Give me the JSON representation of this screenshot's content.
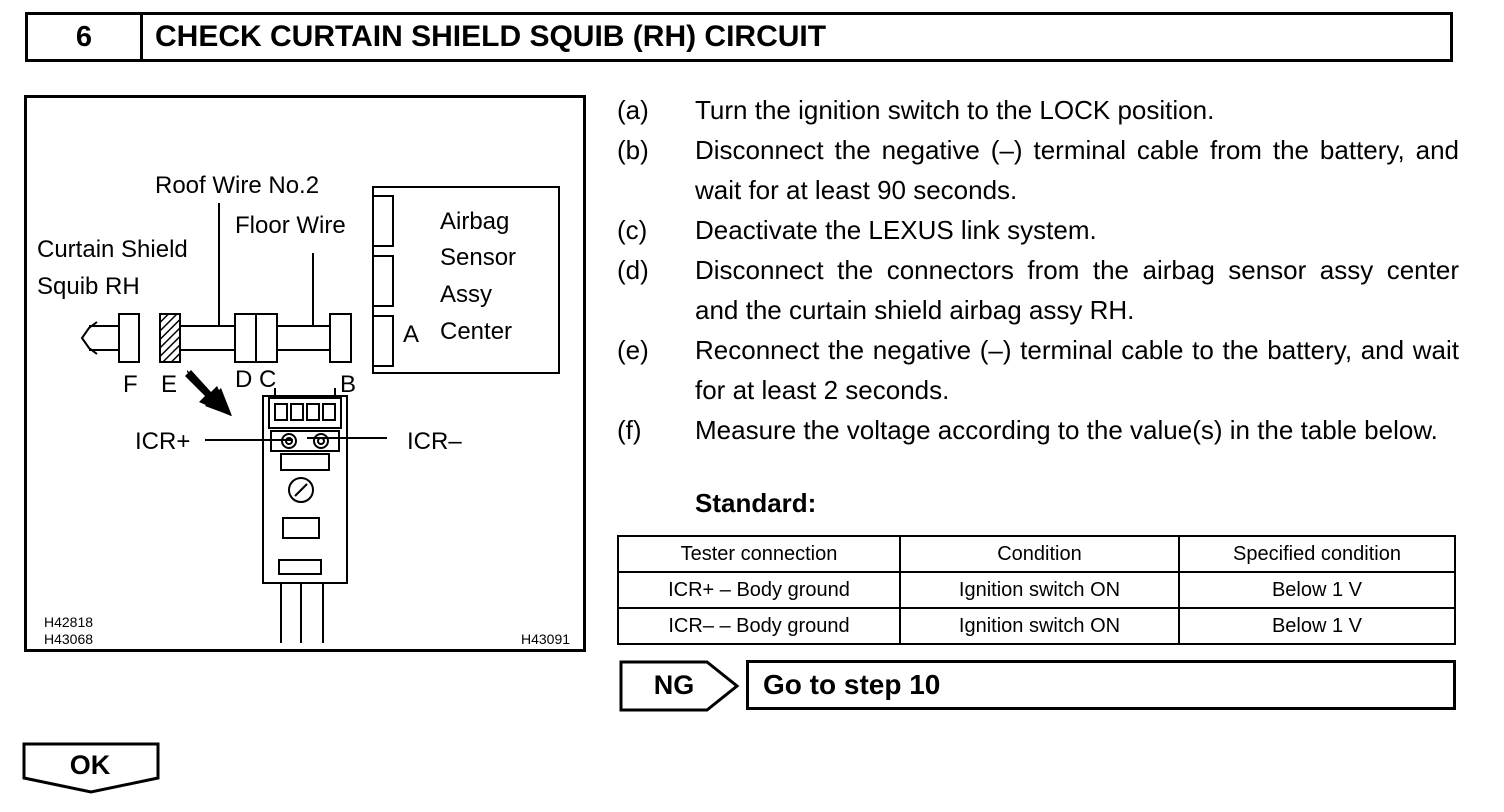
{
  "header": {
    "step_number": "6",
    "title": "CHECK CURTAIN SHIELD SQUIB (RH) CIRCUIT"
  },
  "figure": {
    "roof_wire": "Roof Wire No.2",
    "floor_wire": "Floor Wire",
    "curtain_shield_line1": "Curtain Shield",
    "curtain_shield_line2": "Squib RH",
    "airbag_line1": "Airbag",
    "airbag_line2": "Sensor",
    "airbag_line3": "Assy",
    "airbag_line4": "Center",
    "conn_a": "A",
    "conn_b": "B",
    "conn_c": "C",
    "conn_d": "D",
    "conn_e": "E",
    "conn_f": "F",
    "icr_plus": "ICR+",
    "icr_minus": "ICR–",
    "code1": "H42818",
    "code2": "H43068",
    "code3": "H43091"
  },
  "steps": [
    {
      "letter": "(a)",
      "text": "Turn the ignition switch to the LOCK position."
    },
    {
      "letter": "(b)",
      "text": "Disconnect the negative (–) terminal cable from the battery, and wait for at least 90 seconds."
    },
    {
      "letter": "(c)",
      "text": "Deactivate the LEXUS link system."
    },
    {
      "letter": "(d)",
      "text": "Disconnect the connectors from the airbag sensor assy center and the curtain shield airbag assy RH."
    },
    {
      "letter": "(e)",
      "text": "Reconnect the negative (–) terminal cable to the battery, and wait for at least 2 seconds."
    },
    {
      "letter": "(f)",
      "text": "Measure the voltage according to the value(s) in the table below."
    }
  ],
  "standard_label": "Standard:",
  "table": {
    "headers": [
      "Tester connection",
      "Condition",
      "Specified condition"
    ],
    "rows": [
      [
        "ICR+ – Body ground",
        "Ignition switch ON",
        "Below 1 V"
      ],
      [
        "ICR– – Body ground",
        "Ignition switch ON",
        "Below 1 V"
      ]
    ]
  },
  "ng": {
    "label": "NG",
    "text": "Go to step 10"
  },
  "ok": {
    "label": "OK"
  }
}
